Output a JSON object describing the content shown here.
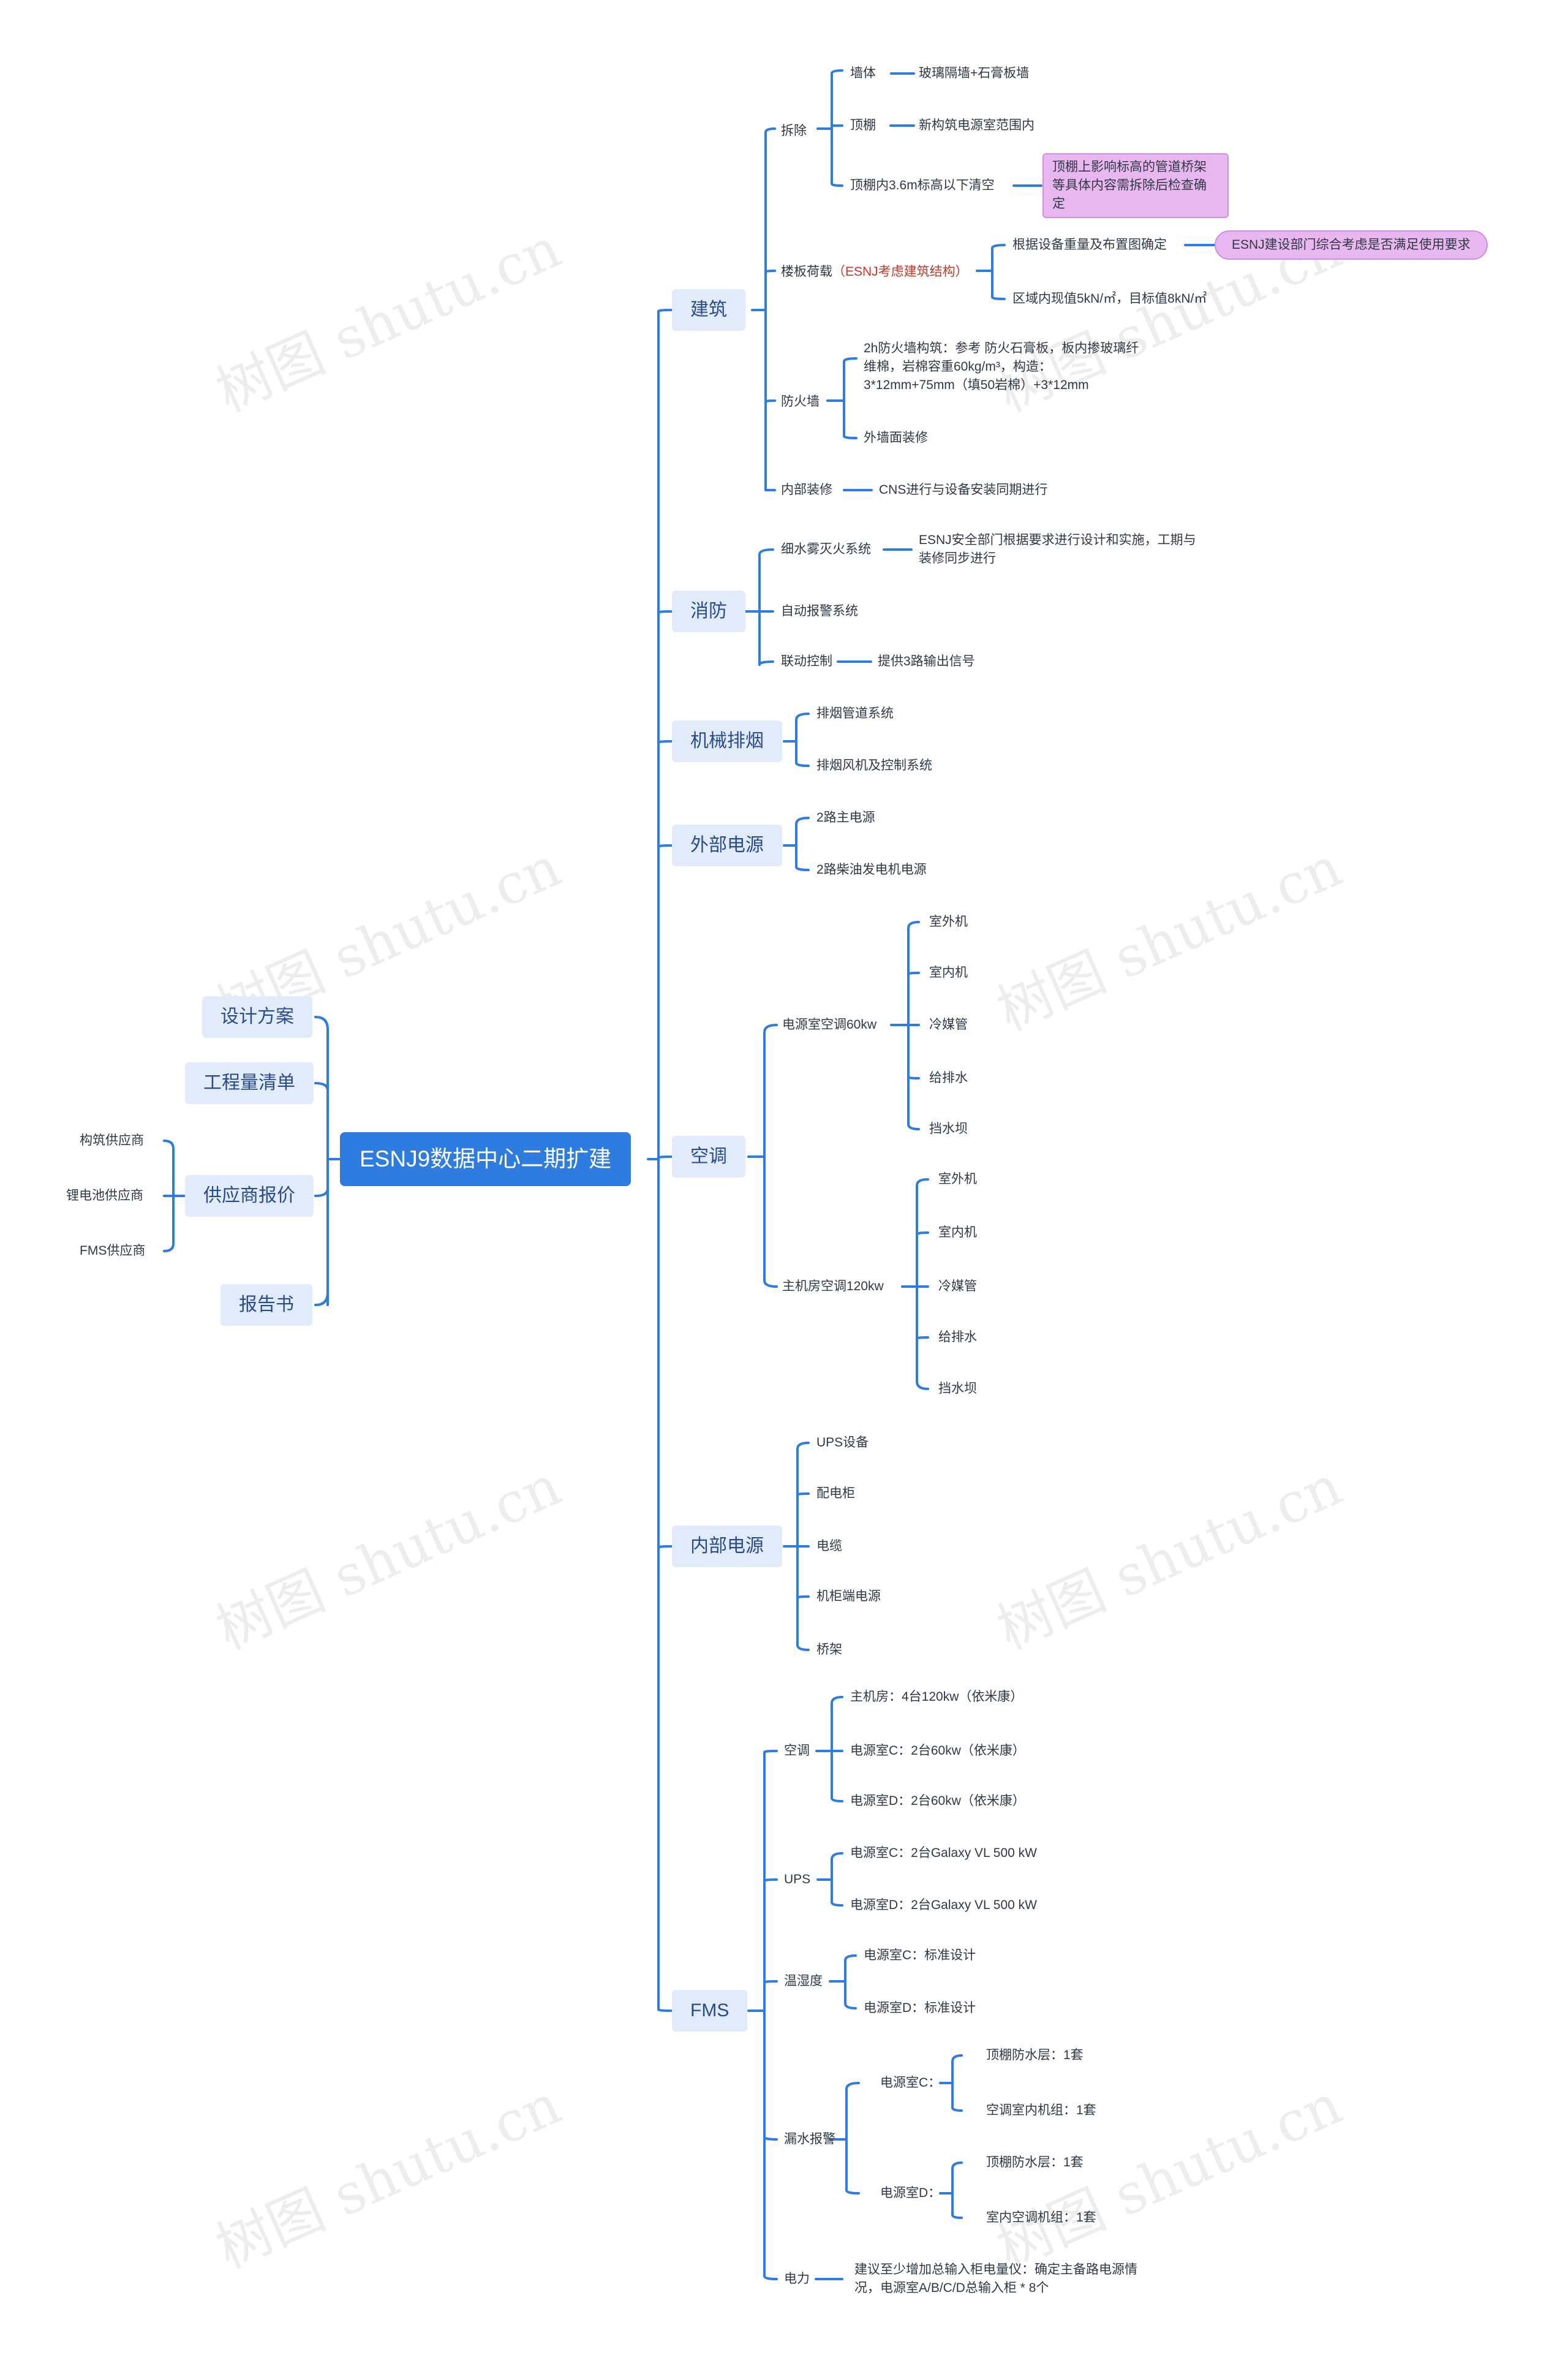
{
  "root": "ESNJ9数据中心二期扩建",
  "left": {
    "design": "设计方案",
    "boq": "工程量清单",
    "quote": "供应商报价",
    "quote_children": [
      "构筑供应商",
      "锂电池供应商",
      "FMS供应商"
    ],
    "report": "报告书"
  },
  "building": {
    "label": "建筑",
    "demolish": {
      "label": "拆除",
      "wall": "墙体",
      "wall_detail": "玻璃隔墙+石膏板墙",
      "ceiling": "顶棚",
      "ceiling_detail": "新构筑电源室范围内",
      "clear": "顶棚内3.6m标高以下清空",
      "clear_note": "顶棚上影响标高的管道桥架等具体内容需拆除后检查确定"
    },
    "floor": {
      "label": "楼板荷载",
      "label_red": "（ESNJ考虑建筑结构）",
      "item1": "根据设备重量及布置图确定",
      "item1_note": "ESNJ建设部门综合考虑是否满足使用要求",
      "item2": "区域内现值5kN/㎡，目标值8kN/㎡"
    },
    "firewall": {
      "label": "防火墙",
      "item1": "2h防火墙构筑：参考 防火石膏板，板内掺玻璃纤维棉，岩棉容重60kg/m³，构造：3*12mm+75mm（填50岩棉）+3*12mm",
      "item2": "外墙面装修"
    },
    "interior": {
      "label": "内部装修",
      "detail": "CNS进行与设备安装同期进行"
    }
  },
  "fire": {
    "label": "消防",
    "mist": "细水雾灭火系统",
    "mist_detail": "ESNJ安全部门根据要求进行设计和实施，工期与装修同步进行",
    "alarm": "自动报警系统",
    "link": "联动控制",
    "link_detail": "提供3路输出信号"
  },
  "smoke": {
    "label": "机械排烟",
    "items": [
      "排烟管道系统",
      "排烟风机及控制系统"
    ]
  },
  "ext_power": {
    "label": "外部电源",
    "items": [
      "2路主电源",
      "2路柴油发电机电源"
    ]
  },
  "hvac": {
    "label": "空调",
    "group1": "电源室空调60kw",
    "group1_items": [
      "室外机",
      "室内机",
      "冷媒管",
      "给排水",
      "挡水坝"
    ],
    "group2": "主机房空调120kw",
    "group2_items": [
      "室外机",
      "室内机",
      "冷媒管",
      "给排水",
      "挡水坝"
    ]
  },
  "int_power": {
    "label": "内部电源",
    "items": [
      "UPS设备",
      "配电柜",
      "电缆",
      "机柜端电源",
      "桥架"
    ]
  },
  "fms": {
    "label": "FMS",
    "ac": "空调",
    "ac_items": [
      "主机房：4台120kw（依米康）",
      "电源室C：2台60kw（依米康）",
      "电源室D：2台60kw（依米康）"
    ],
    "ups": "UPS",
    "ups_items": [
      "电源室C：2台Galaxy VL 500 kW",
      "电源室D：2台Galaxy VL 500 kW"
    ],
    "th": "温湿度",
    "th_items": [
      "电源室C：标准设计",
      "电源室D：标准设计"
    ],
    "leak": "漏水报警",
    "leak_c": "电源室C：",
    "leak_c_items": [
      "顶棚防水层：1套",
      "空调室内机组：1套"
    ],
    "leak_d": "电源室D：",
    "leak_d_items": [
      "顶棚防水层：1套",
      "室内空调机组：1套"
    ],
    "power": "电力",
    "power_detail": "建议至少增加总输入柜电量仪：确定主备路电源情况，电源室A/B/C/D总输入柜 * 8个"
  },
  "watermark": "树图 shutu.cn",
  "colors": {
    "line": "#2e7ce0",
    "root_bg": "#2e7ce0",
    "branch_bg": "#e2ebfa",
    "note_bg": "#e9b7f0",
    "red_text": "#c0392b"
  }
}
